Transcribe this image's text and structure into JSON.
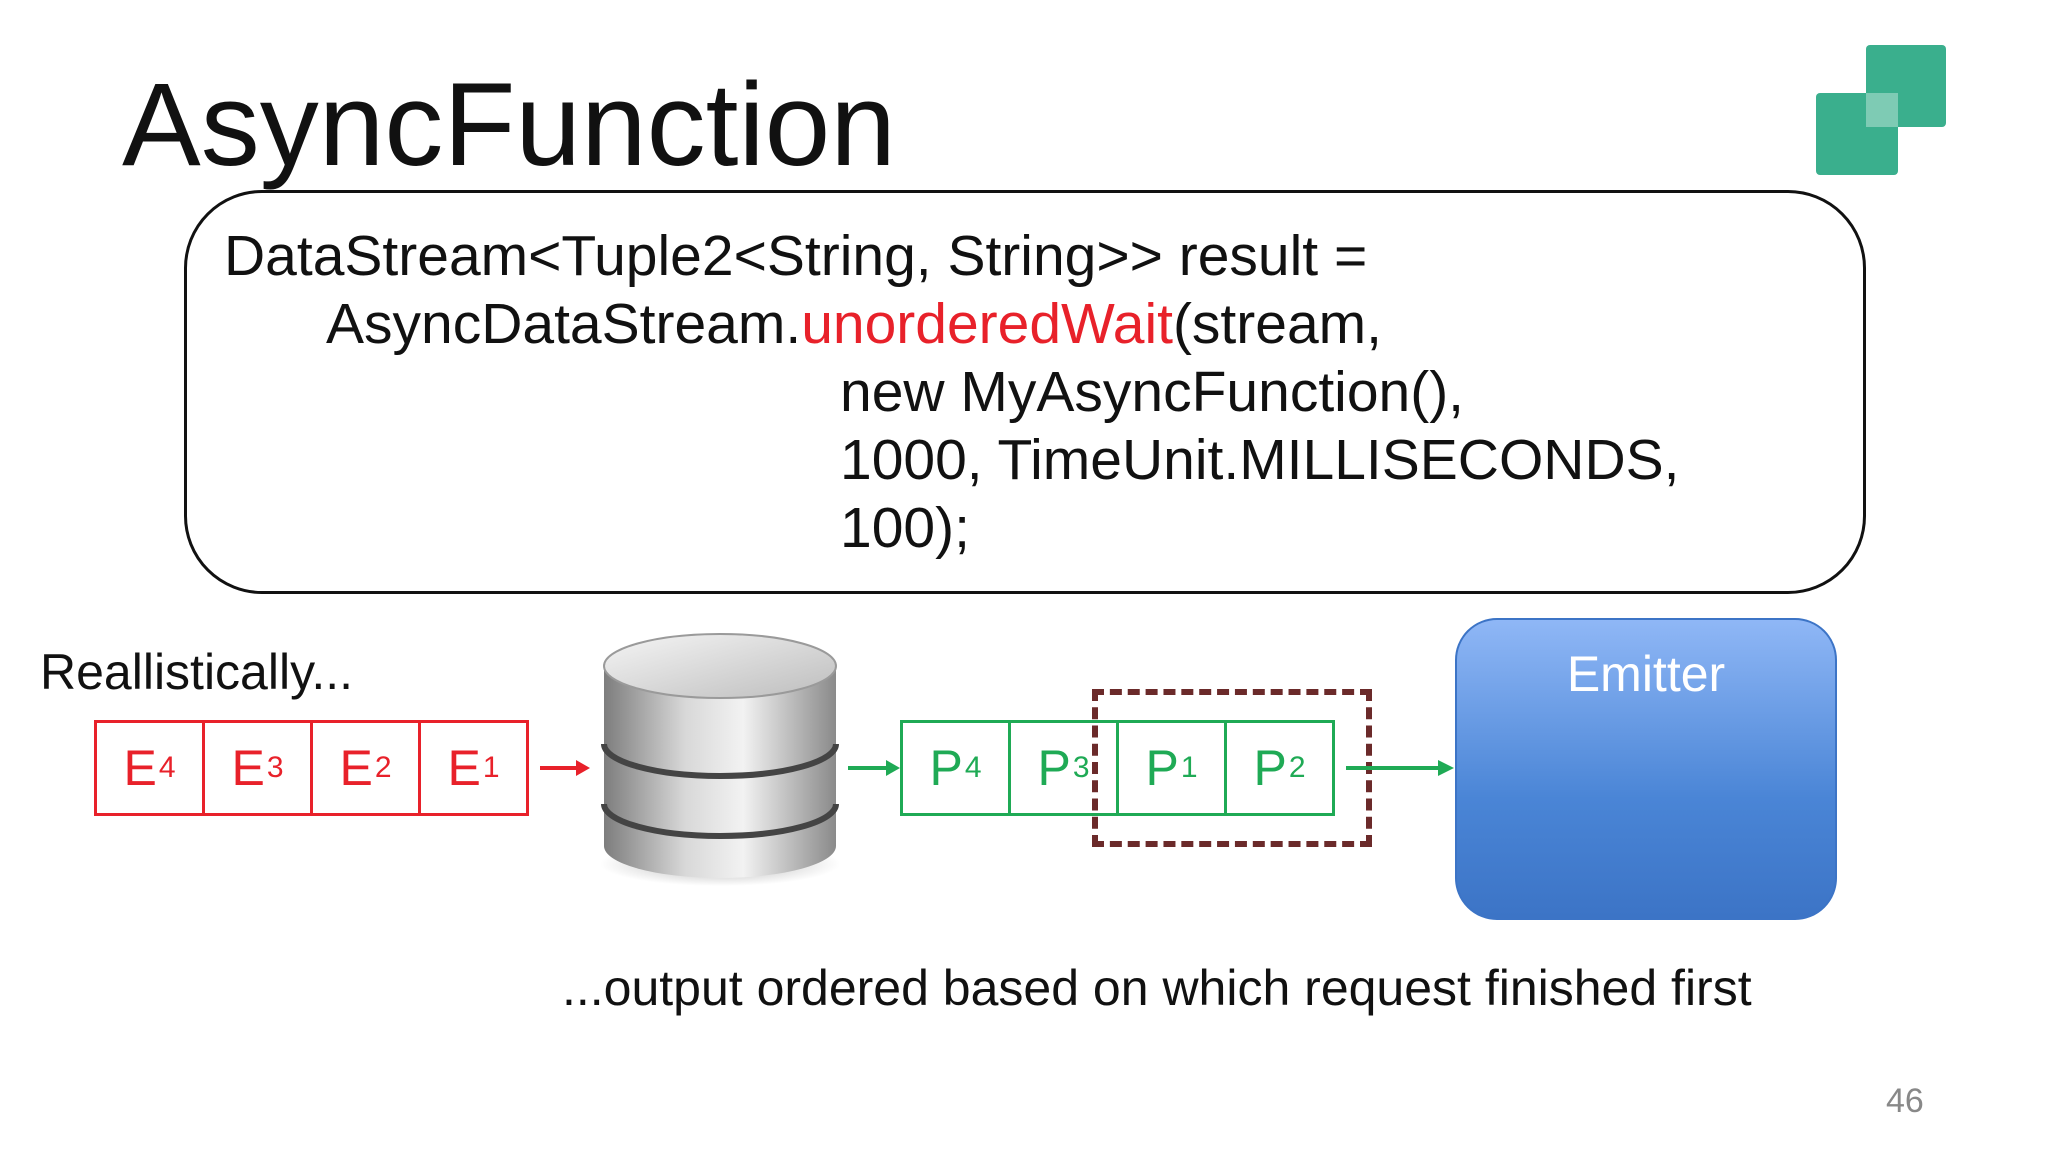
{
  "slide": {
    "title": "AsyncFunction",
    "code": {
      "line1": "DataStream<Tuple2<String, String>> result =",
      "line2_prefix": "AsyncDataStream.",
      "line2_highlight": "unorderedWait",
      "line2_suffix": "(stream,",
      "line3": "new MyAsyncFunction(),",
      "line4": "1000, TimeUnit.MILLISECONDS,",
      "line5": "100);"
    },
    "label_realistically": "Reallistically...",
    "input_queue": [
      {
        "letter": "E",
        "sub": "4"
      },
      {
        "letter": "E",
        "sub": "3"
      },
      {
        "letter": "E",
        "sub": "2"
      },
      {
        "letter": "E",
        "sub": "1"
      }
    ],
    "output_queue": [
      {
        "letter": "P",
        "sub": "4"
      },
      {
        "letter": "P",
        "sub": "3"
      },
      {
        "letter": "P",
        "sub": "1"
      },
      {
        "letter": "P",
        "sub": "2"
      }
    ],
    "emitter_label": "Emitter",
    "caption": "...output ordered based on which request finished first",
    "page_number": "46",
    "colors": {
      "highlight": "#e8212a",
      "input": "#e8212a",
      "output": "#1faa55",
      "window": "#6b2a2a",
      "emitter": "#4a85d6",
      "logo": "#3aaf8d"
    }
  }
}
